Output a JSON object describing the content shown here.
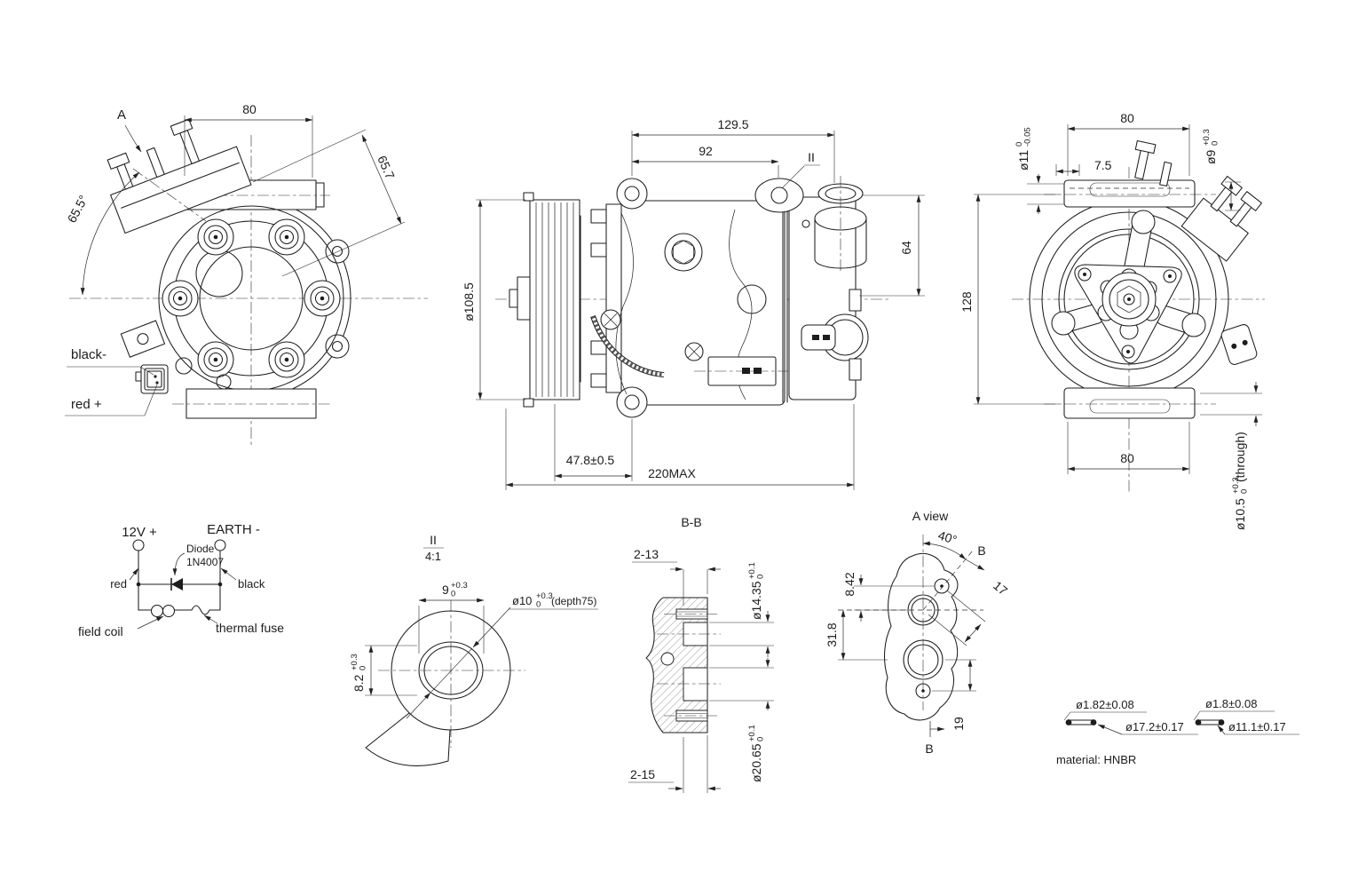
{
  "front": {
    "view_arrow": "A",
    "dim_width_top": "80",
    "dim_port_length": "65.7",
    "dim_port_angle": "65.5°",
    "label_black": "black-",
    "label_red": "red +"
  },
  "side": {
    "dim_total_top": "129.5",
    "dim_lug_span": "92",
    "detail_ref": "II",
    "dim_pulley_dia": "ø108.5",
    "dim_port_height": "64",
    "dim_pulley_offset": "47.8±0.5",
    "dim_overall": "220MAX"
  },
  "rear": {
    "dim_width_top": "80",
    "d11": {
      "v": "ø11",
      "up": "0",
      "dn": "-0.05"
    },
    "dim_offset": "7.5",
    "d9": {
      "v": "ø9",
      "up": "+0.3",
      "dn": "0"
    },
    "dim_height": "128",
    "dim_width_bottom": "80",
    "d105": {
      "v": "ø10.5",
      "up": "+0.3",
      "dn": "0",
      "suffix": "(through)"
    }
  },
  "circuit": {
    "terminal_12v": "12V +",
    "terminal_earth": "EARTH -",
    "diode_line1": "Diode",
    "diode_line2": "1N4007",
    "wire_red": "red",
    "wire_black": "black",
    "field_coil": "field coil",
    "thermal_fuse": "thermal fuse"
  },
  "detail_ii": {
    "ref": "II",
    "scale": "4:1",
    "d9": {
      "v": "9",
      "up": "+0.3",
      "dn": "0"
    },
    "d10": {
      "v": "ø10",
      "up": "+0.3",
      "dn": "0",
      "suffix": "(depth75)"
    },
    "d82": {
      "v": "8.2",
      "up": "+0.3",
      "dn": "0"
    }
  },
  "section_bb": {
    "title": "B-B",
    "holes_top": "2-13",
    "d1435": {
      "v": "ø14.35",
      "up": "+0.1",
      "dn": "0"
    },
    "d2065": {
      "v": "ø20.65",
      "up": "+0.1",
      "dn": "0"
    },
    "holes_bottom": "2-15"
  },
  "a_view": {
    "title": "A view",
    "dim_angle": "40°",
    "section_b_top": "B",
    "section_b_bottom": "B",
    "dim_hole_offset": "8.42",
    "dim_port_spacing": "31.8",
    "dim_hole_dist": "17",
    "dim_bottom_hole": "19"
  },
  "orings": {
    "o1_cs": "ø1.82±0.08",
    "o1_od": "ø17.2±0.17",
    "o2_cs": "ø1.8±0.08",
    "o2_od": "ø11.1±0.17",
    "material": "material: HNBR"
  }
}
